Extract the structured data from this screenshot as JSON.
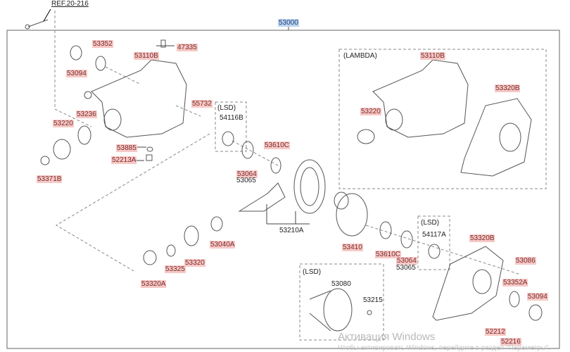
{
  "ref": "REF.20-216",
  "assembly": "53000",
  "groups": {
    "lsd": "(LSD)",
    "lambda": "(LAMBDA)"
  },
  "parts": {
    "p53352": "53352",
    "p53094": "53094",
    "p53110b": "53110B",
    "p47335": "47335",
    "p55732": "55732",
    "p53236": "53236",
    "p53220": "53220",
    "p53885": "53885",
    "p52213a": "52213A",
    "p53371b": "53371B",
    "p54116b": "54116B",
    "p53610c": "53610C",
    "p53064": "53064",
    "p53065": "53065",
    "p53040a": "53040A",
    "p53320": "53320",
    "p53325": "53325",
    "p53320a": "53320A",
    "p53210a": "53210A",
    "p53410": "53410",
    "p54117a": "54117A",
    "p53320b": "53320B",
    "p53086": "53086",
    "p53352a": "53352A",
    "p52212": "52212",
    "p52216": "52216",
    "p53080": "53080",
    "p53215": "53215"
  },
  "watermark": {
    "title": "Активация Windows",
    "text": "Чтобы активировать Windows, перейдите в раздел \"Параметры\"."
  }
}
